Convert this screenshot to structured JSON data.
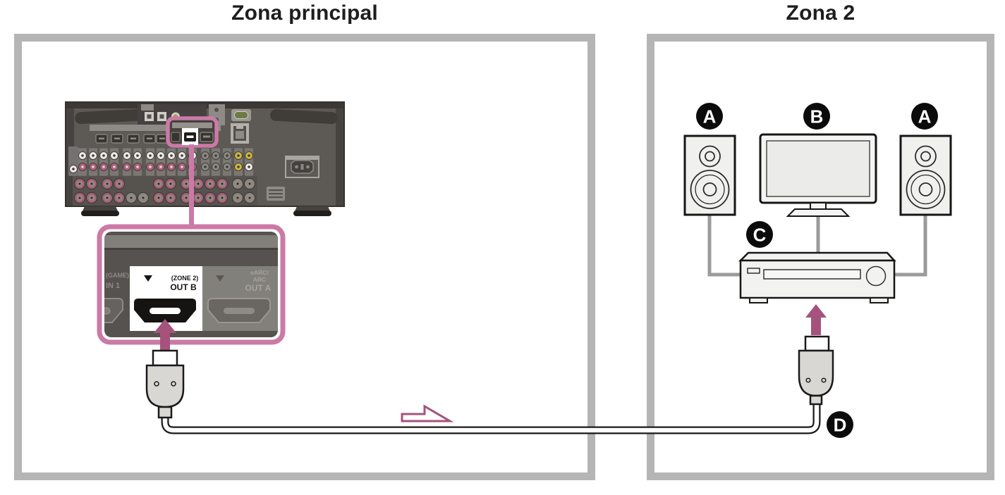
{
  "zones": {
    "main": {
      "title": "Zona principal"
    },
    "zone2": {
      "title": "Zona 2"
    }
  },
  "receiver_detail": {
    "ports": {
      "game_in": {
        "label_top": "(GAME)",
        "label_bottom": "IN 1"
      },
      "zone2_out": {
        "label_top": "(ZONE 2)",
        "label_bottom": "OUT B"
      },
      "earc_out": {
        "label_top": "eARC/",
        "label_mid": "ARC",
        "label_bottom": "OUT A"
      }
    }
  },
  "callouts": {
    "speaker_left": "A",
    "tv": "B",
    "speaker_right": "A",
    "amplifier": "C",
    "hdmi_cable": "D"
  },
  "colors": {
    "zone_border": "#b5b5b5",
    "highlight_pink": "#cb7aa6",
    "arrow_plum": "#a5537c",
    "receiver_body": "#5d5954",
    "cable_black": "#1a1a1a",
    "wire_gray": "#9b9b9b"
  }
}
